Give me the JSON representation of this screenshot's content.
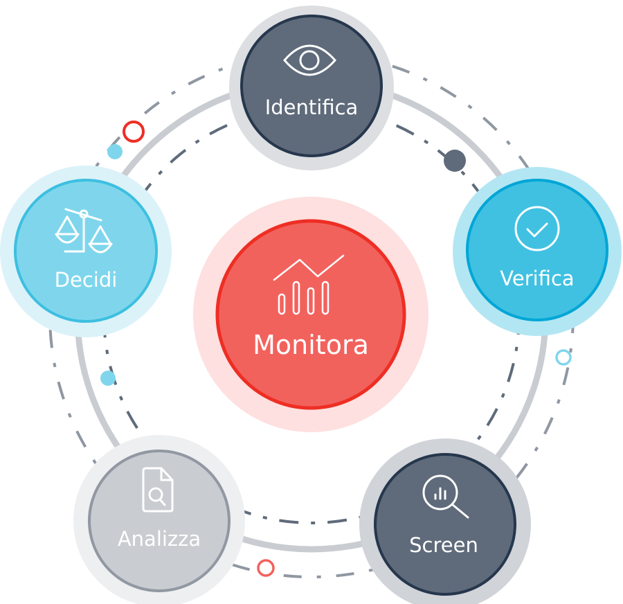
{
  "diagram": {
    "center": {
      "label": "Monitora",
      "icon": "line-bar-chart-icon",
      "fill": "#f2625d",
      "stroke": "#ee2e24",
      "halo": "#fde0df"
    },
    "nodes": [
      {
        "id": "identifica",
        "label": "Identifica",
        "icon": "eye-icon",
        "fill": "#5f6b7a",
        "stroke": "#26374d",
        "halo": "#dcdee2"
      },
      {
        "id": "verifica",
        "label": "Verifica",
        "icon": "check-circle-icon",
        "fill": "#40c1e2",
        "stroke": "#00a6d6",
        "halo": "#b3e6f3"
      },
      {
        "id": "screen",
        "label": "Screen",
        "icon": "search-chart-icon",
        "fill": "#5f6b7a",
        "stroke": "#26374d",
        "halo": "#d0d3d8"
      },
      {
        "id": "analizza",
        "label": "Analizza",
        "icon": "document-search-icon",
        "fill": "#c9ccd1",
        "stroke": "#9198a2",
        "halo": "#eeeff1"
      },
      {
        "id": "decidi",
        "label": "Decidi",
        "icon": "balance-scale-icon",
        "fill": "#7fd6ec",
        "stroke": "#3dbfe0",
        "halo": "#dbf2f9"
      }
    ],
    "colors": {
      "ring": "#c9ccd1",
      "dash_dark": "#5f6b7a",
      "dash_light": "#8f97a2",
      "accent_red": "#ee2e24",
      "accent_blue": "#7fd6ec"
    }
  }
}
